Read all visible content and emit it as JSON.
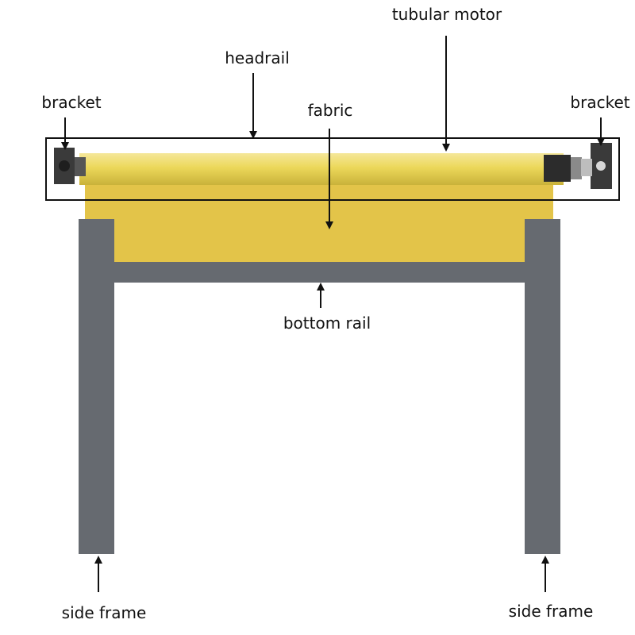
{
  "labels": {
    "tubular_motor": "tubular motor",
    "headrail": "headrail",
    "bracket_left": "bracket",
    "bracket_right": "bracket",
    "fabric": "fabric",
    "bottom_rail": "bottom rail",
    "side_frame_left": "side frame",
    "side_frame_right": "side frame"
  },
  "colors": {
    "frame": "#666a70",
    "fabric": "#e3c449",
    "tube": "#ecd85a",
    "bracket": "#3a3a3a",
    "outline": "#111111",
    "arrow": "#111111"
  }
}
